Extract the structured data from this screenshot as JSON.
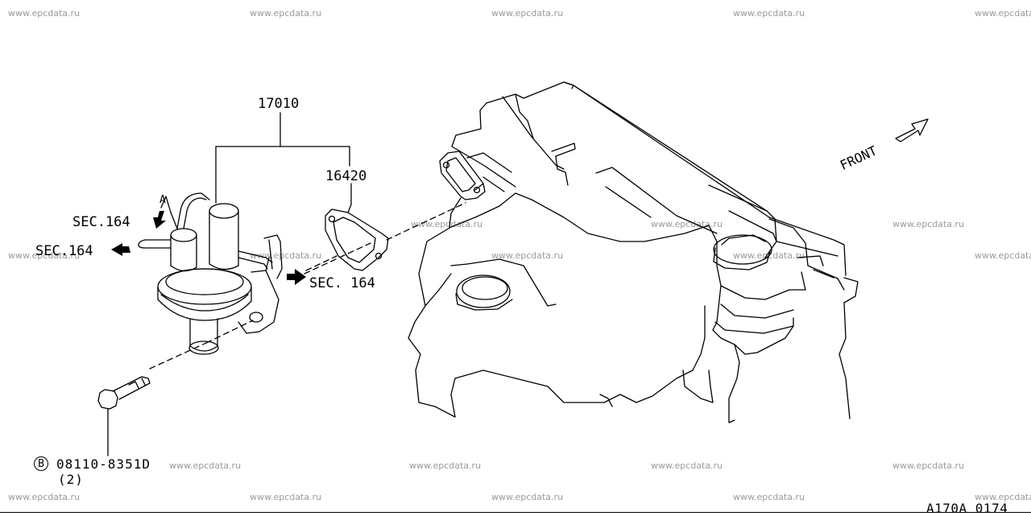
{
  "watermark": "www.epcdata.ru",
  "labels": {
    "pump_assembly": "17010",
    "gasket": "16420",
    "sec_top": "SEC.164",
    "sec_left": "SEC.164",
    "sec_right": "SEC. 164",
    "arrow_letter": "A",
    "front": "FRONT",
    "bolt_symbol": "B",
    "bolt_code": "08110-8351D",
    "bolt_qty": "(2)",
    "figure_code": "A170A 0174"
  }
}
